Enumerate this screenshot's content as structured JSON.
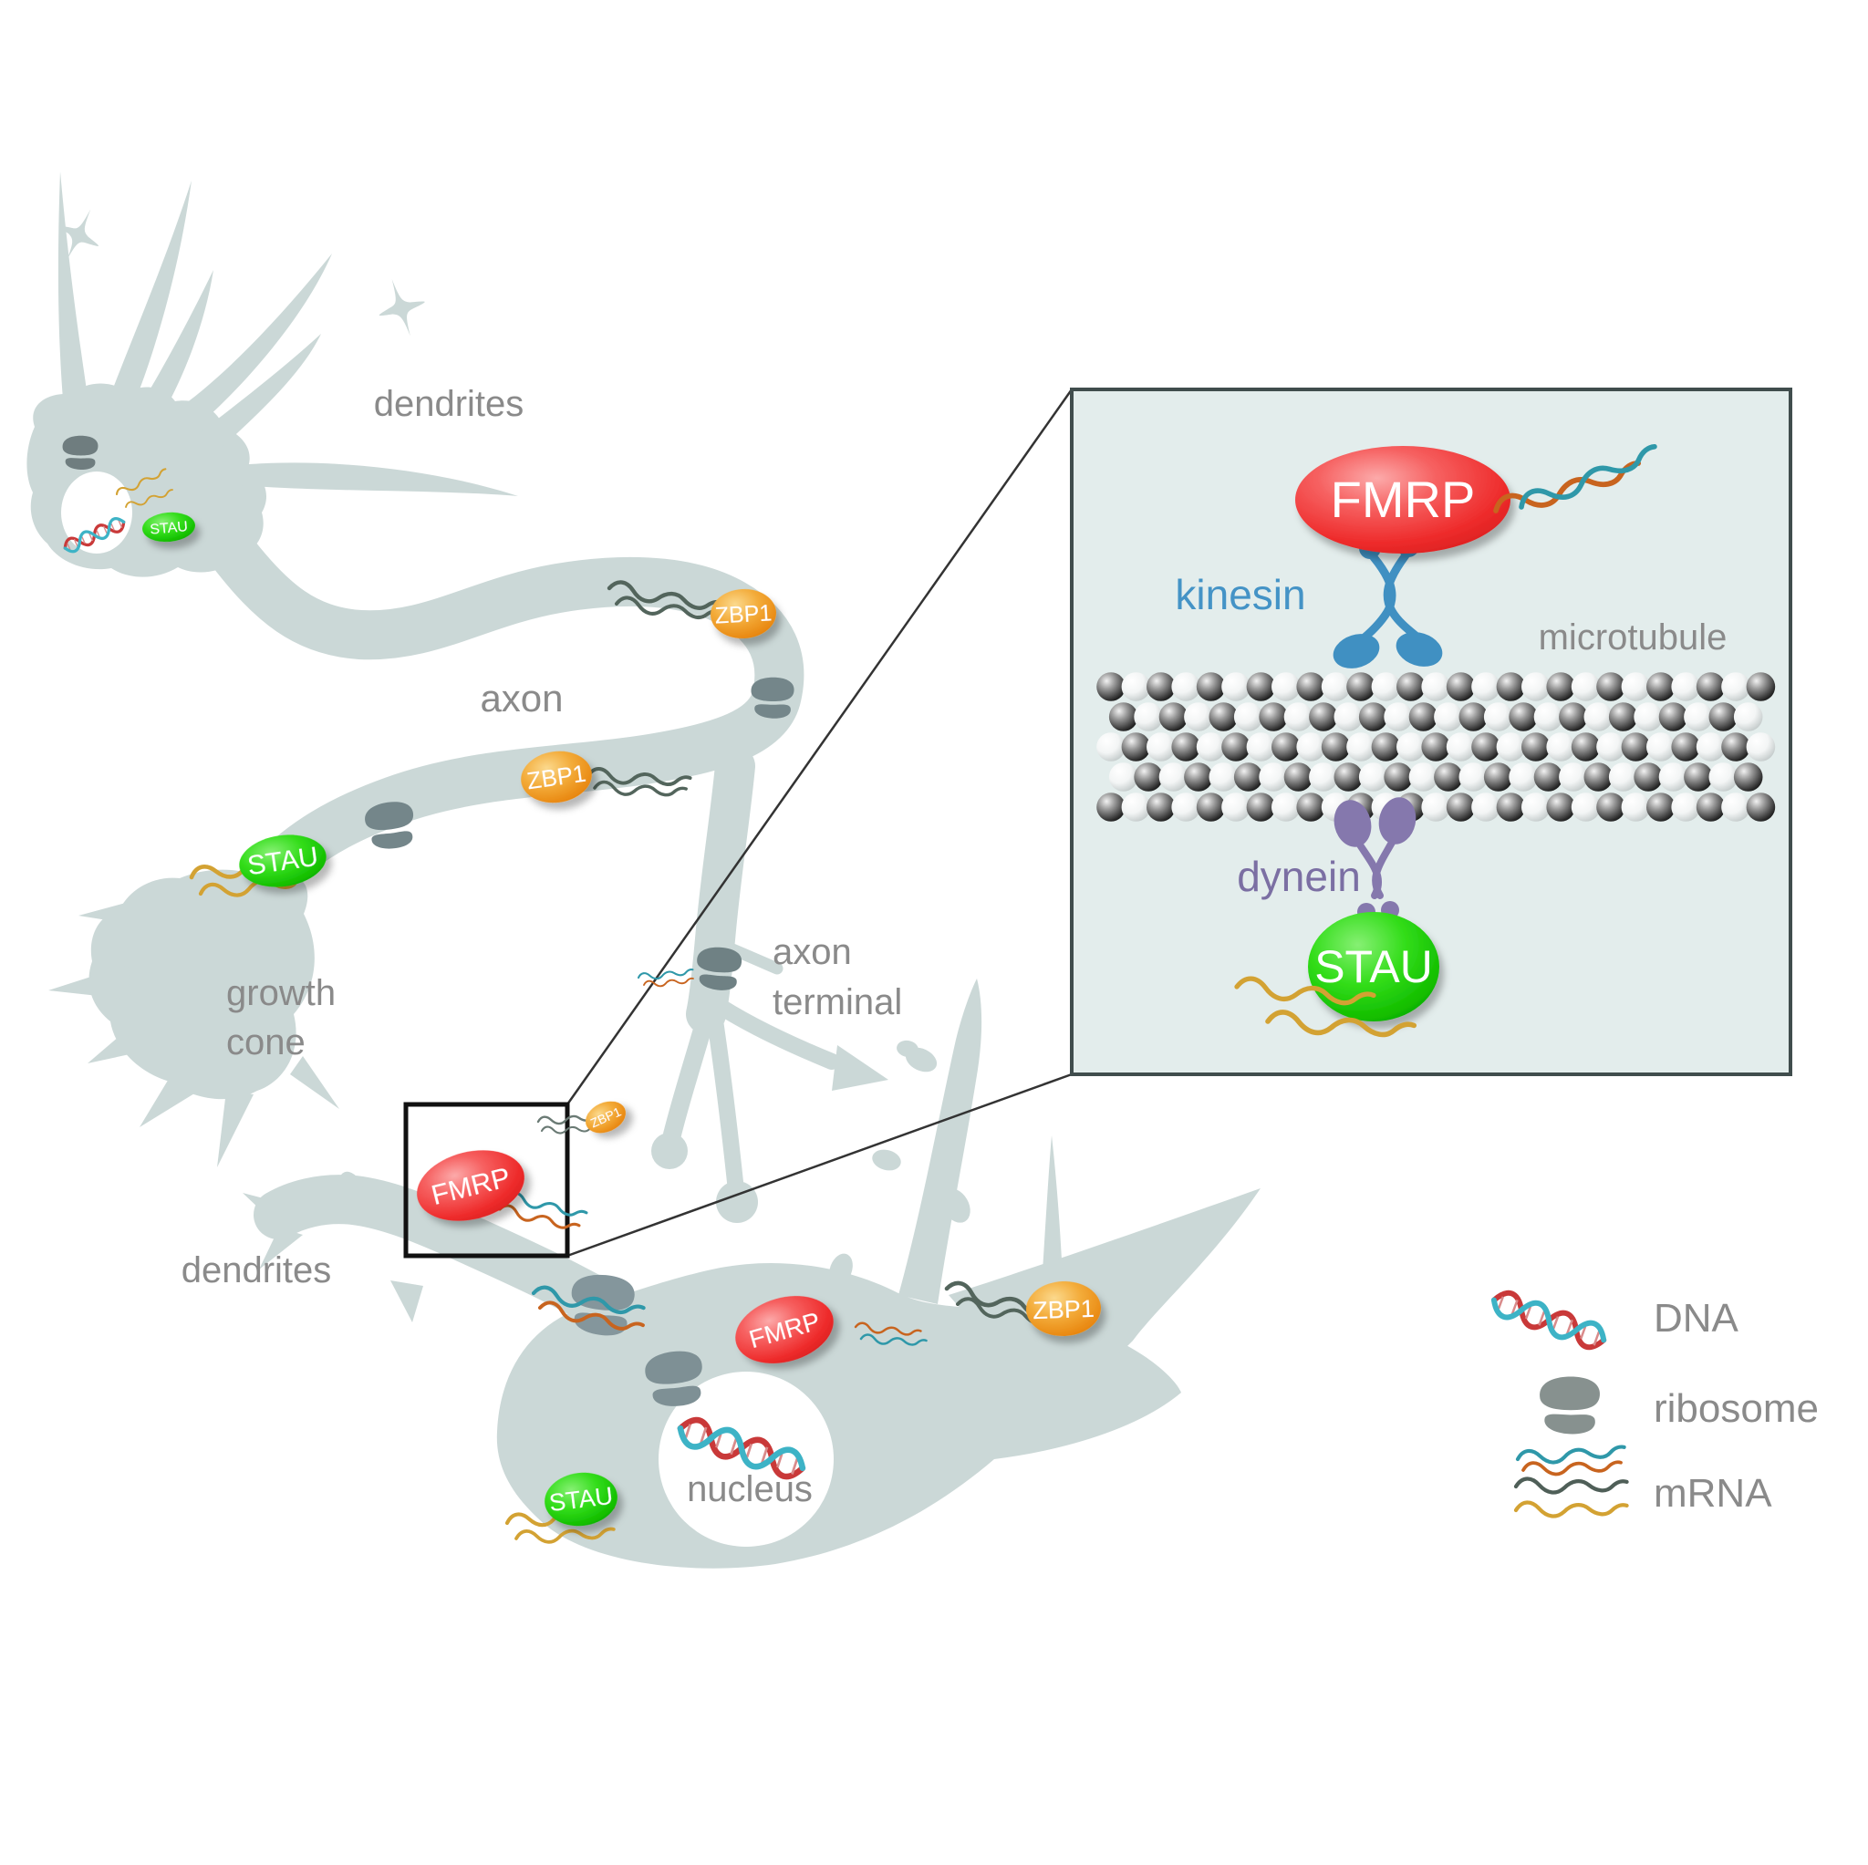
{
  "figure": {
    "labels": {
      "dendrites_top": "dendrites",
      "axon": "axon",
      "growth_cone": [
        "growth",
        "cone"
      ],
      "axon_terminal": [
        "axon",
        "terminal"
      ],
      "dendrites_bottom": "dendrites",
      "nucleus": "nucleus"
    },
    "badges": {
      "stau": "STAU",
      "zbp1": "ZBP1",
      "fmrp": "FMRP"
    },
    "inset": {
      "fmrp": "FMRP",
      "kinesin": "kinesin",
      "microtubule": "microtubule",
      "dynein": "dynein",
      "stau": "STAU"
    },
    "legend": {
      "dna": "DNA",
      "ribosome": "ribosome",
      "mrna": "mRNA"
    },
    "colors": {
      "neuron_fill": "#cbd8d7",
      "inset_background": "#e3edec",
      "label_gray": "#8a8a8a",
      "fmrp_red": "#ee2b2b",
      "stau_green": "#1ecb0a",
      "zbp1_orange": "#ec9622",
      "kinesin_blue": "#4493c6",
      "dynein_purple": "#8578ad",
      "ribosome_gray": "#7e8e90",
      "mrna_yellow": "#d3a233",
      "mrna_teal": "#2f98a9",
      "mrna_orange": "#c8641f",
      "mrna_dark_green": "#53655c",
      "dna_red": "#c93939",
      "dna_teal": "#3db3c6"
    }
  }
}
